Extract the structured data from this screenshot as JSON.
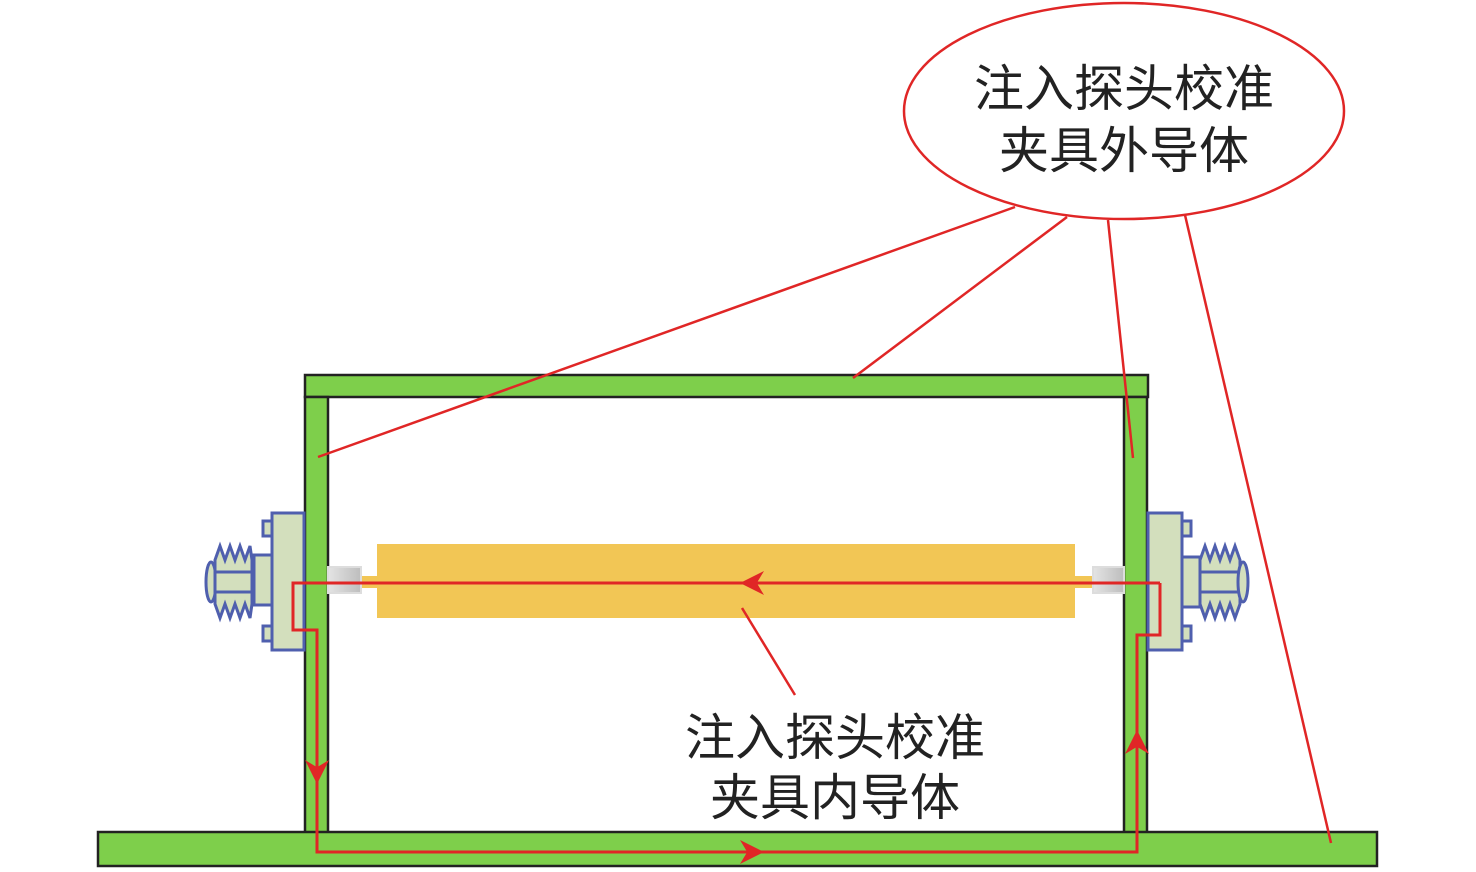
{
  "labels": {
    "outer_line1": "注入探头校准",
    "outer_line2": "夹具外导体",
    "inner_line1": "注入探头校准",
    "inner_line2": "夹具内导体"
  },
  "colors": {
    "conductor": "#7ecf4b",
    "rod": "#f2c655",
    "current": "#e02626",
    "connector_stroke": "#4f5fae",
    "connector_fill": "#d3dfbd"
  }
}
